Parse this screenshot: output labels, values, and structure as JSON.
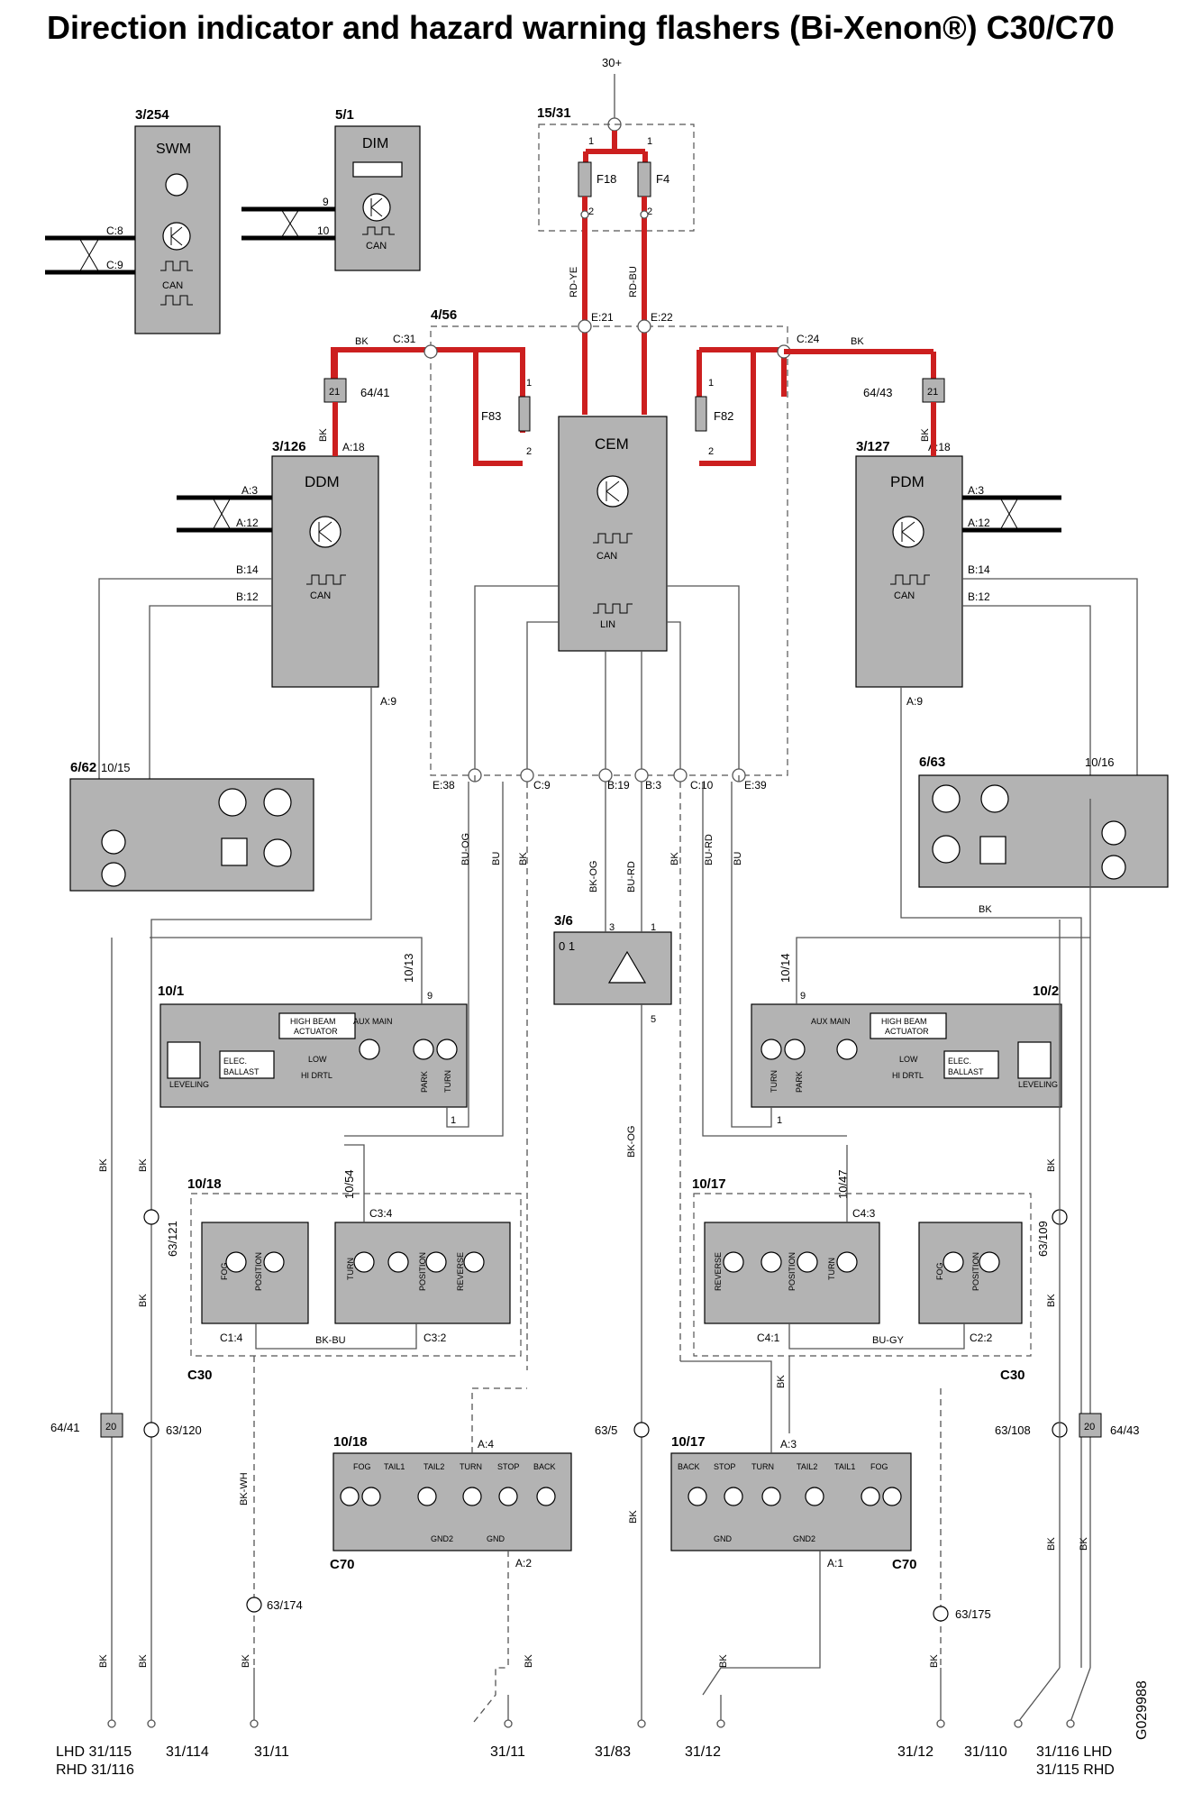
{
  "title": "Direction indicator and hazard warning flashers (Bi-Xenon®) C30/C70",
  "supply": "30+",
  "figure_id": "G029988",
  "modules": {
    "swm": {
      "ref": "3/254",
      "name": "SWM",
      "can": "CAN",
      "pins": [
        "C:8",
        "C:9"
      ]
    },
    "dim": {
      "ref": "5/1",
      "name": "DIM",
      "can": "CAN",
      "pins": [
        "9",
        "10"
      ]
    },
    "cem": {
      "ref": "4/56",
      "name": "CEM",
      "can": "CAN",
      "lin": "LIN"
    },
    "ddm": {
      "ref": "3/126",
      "name": "DDM",
      "can": "CAN",
      "pins": [
        "A:3",
        "A:12",
        "B:14",
        "B:12",
        "A:9",
        "A:18"
      ]
    },
    "pdm": {
      "ref": "3/127",
      "name": "PDM",
      "can": "CAN",
      "pins": [
        "A:3",
        "A:12",
        "B:14",
        "B:12",
        "A:9",
        "A:18"
      ]
    },
    "fusebox": {
      "ref": "15/31",
      "fuses": [
        "F18",
        "F4"
      ]
    },
    "cem_fuses": [
      "F83",
      "F82"
    ],
    "cem_pins": [
      "C:31",
      "C:24",
      "E:21",
      "E:22",
      "E:38",
      "C:9",
      "B:19",
      "B:3",
      "C:10",
      "E:39"
    ],
    "mirror_left": {
      "ref": "6/62",
      "sub": "10/15"
    },
    "mirror_right": {
      "ref": "6/63",
      "sub": "10/16"
    },
    "hazard_switch": {
      "ref": "3/6",
      "pins": [
        "3",
        "1",
        "5"
      ],
      "positions": "0 1"
    },
    "headlamp_left": {
      "ref": "10/1",
      "sub": "10/13",
      "pins": [
        "9",
        "1"
      ],
      "labels": [
        "HIGH BEAM ACTUATOR",
        "AUX MAIN",
        "ELEC. BALLAST",
        "LOW",
        "HI DRTL",
        "LEVELING",
        "PARK",
        "TURN"
      ]
    },
    "headlamp_right": {
      "ref": "10/2",
      "sub": "10/14",
      "pins": [
        "9",
        "1"
      ],
      "labels": [
        "HIGH BEAM ACTUATOR",
        "AUX MAIN",
        "ELEC. BALLAST",
        "LOW",
        "HI DRTL",
        "LEVELING",
        "PARK",
        "TURN"
      ]
    },
    "taillamp_c30_left": {
      "ref": "10/18",
      "sub": "10/54",
      "model": "C30",
      "pins": [
        "C3:4",
        "C1:4",
        "C3:2"
      ],
      "labels": [
        "FOG",
        "POSITION",
        "TURN",
        "POSITION",
        "REVERSE"
      ],
      "wire": "BK-BU"
    },
    "taillamp_c30_right": {
      "ref": "10/17",
      "sub": "10/47",
      "model": "C30",
      "pins": [
        "C4:3",
        "C4:1",
        "C2:2"
      ],
      "labels": [
        "REVERSE",
        "POSITION",
        "TURN",
        "FOG",
        "POSITION"
      ],
      "wire": "BU-GY"
    },
    "taillamp_c70_left": {
      "ref": "10/18",
      "model": "C70",
      "pins": [
        "A:4",
        "A:2"
      ],
      "labels": [
        "FOG",
        "TAIL1",
        "TAIL2",
        "TURN",
        "STOP",
        "BACK",
        "GND2",
        "GND"
      ]
    },
    "taillamp_c70_right": {
      "ref": "10/17",
      "model": "C70",
      "pins": [
        "A:3",
        "A:1"
      ],
      "labels": [
        "BACK",
        "STOP",
        "TURN",
        "TAIL2",
        "TAIL1",
        "FOG",
        "GND",
        "GND2"
      ]
    }
  },
  "wire_colors": [
    "BK",
    "RD-YE",
    "RD-BU",
    "BU-OG",
    "BU",
    "BK-OG",
    "BU-RD",
    "BK-WH",
    "BK-BU",
    "BU-GY"
  ],
  "splices": [
    "64/41",
    "64/43",
    "63/121",
    "63/120",
    "63/109",
    "63/108",
    "63/174",
    "63/175",
    "63/5"
  ],
  "splice_codes": [
    "21",
    "21",
    "20",
    "20"
  ],
  "grounds": [
    "LHD 31/115",
    "RHD 31/116",
    "31/114",
    "31/11",
    "31/11",
    "31/83",
    "31/12",
    "31/12",
    "31/110",
    "31/116 LHD",
    "31/115 RHD"
  ]
}
